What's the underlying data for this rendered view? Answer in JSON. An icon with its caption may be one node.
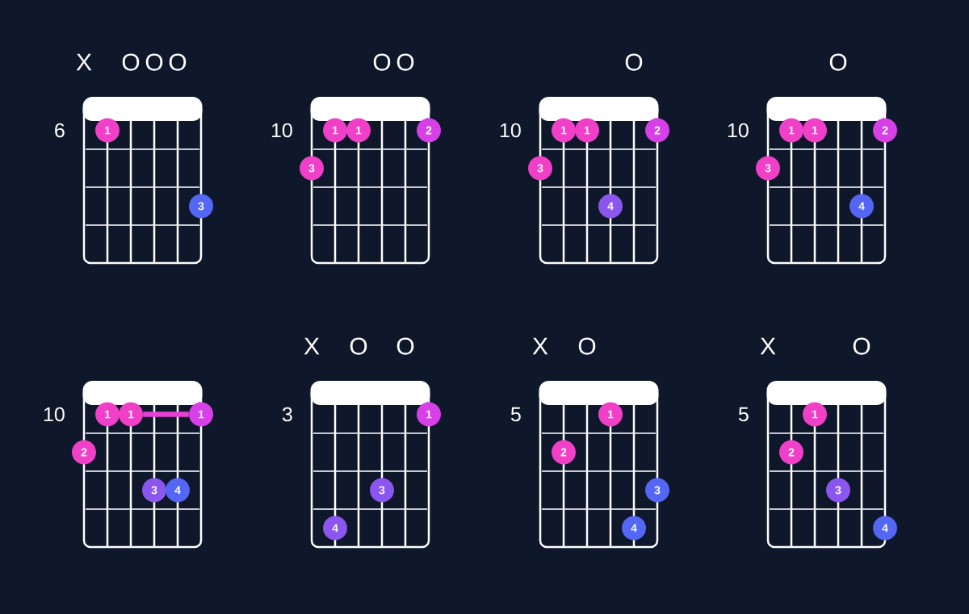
{
  "diagram": {
    "nodes": [
      {
        "text": [
          "1"
        ]
      },
      {
        "text": [
          "3"
        ]
      },
      {
        "text": [
          "1"
        ]
      },
      {
        "text": [
          "1"
        ]
      },
      {
        "text": [
          "2"
        ]
      },
      {
        "text": [
          "3"
        ]
      },
      {
        "text": [
          "1"
        ]
      },
      {
        "text": [
          "1"
        ]
      },
      {
        "text": [
          "2"
        ]
      },
      {
        "text": [
          "3"
        ]
      },
      {
        "text": [
          "4"
        ]
      },
      {
        "text": [
          "1"
        ]
      },
      {
        "text": [
          "1"
        ]
      },
      {
        "text": [
          "2"
        ]
      },
      {
        "text": [
          "3"
        ]
      },
      {
        "text": [
          "4"
        ]
      },
      {
        "text": [
          "1"
        ]
      },
      {
        "text": [
          "1"
        ]
      },
      {
        "text": [
          "1"
        ]
      },
      {
        "text": [
          "2"
        ]
      },
      {
        "text": [
          "3"
        ]
      },
      {
        "text": [
          "4"
        ]
      },
      {
        "text": [
          "1"
        ]
      },
      {
        "text": [
          "3"
        ]
      },
      {
        "text": [
          "4"
        ]
      },
      {
        "text": [
          "1"
        ]
      },
      {
        "text": [
          "2"
        ]
      },
      {
        "text": [
          "3"
        ]
      },
      {
        "text": [
          "4"
        ]
      },
      {
        "text": [
          "1"
        ]
      },
      {
        "text": [
          "2"
        ]
      },
      {
        "text": [
          "3"
        ]
      },
      {
        "text": [
          "4"
        ]
      }
    ],
    "edges": [
      {
        "from": 17,
        "to": 18,
        "arrow": "none",
        "color": "#e840d6"
      }
    ],
    "labels": [
      "X",
      "O",
      "O",
      "O",
      "6",
      "O",
      "O",
      "10",
      "O",
      "10",
      "O",
      "10",
      "10",
      "X",
      "O",
      "O",
      "3",
      "X",
      "O",
      "5",
      "X",
      "O",
      "5"
    ]
  }
}
